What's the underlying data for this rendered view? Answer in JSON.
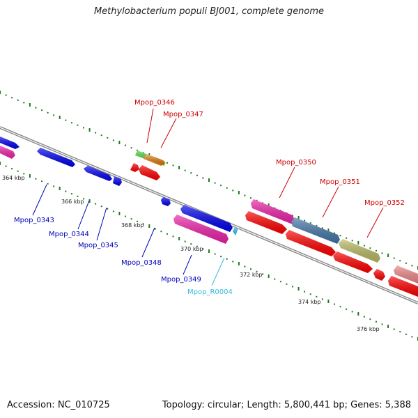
{
  "title": "Methylobacterium populi BJ001, complete genome",
  "footer": {
    "accession": "Accession: NC_010725",
    "summary": "Topology: circular; Length: 5,800,441 bp; Genes: 5,388"
  },
  "colors": {
    "backbone": "#8a8a8a",
    "tick_dots": "#1f7a1f",
    "label_red": "#cc0000",
    "label_blue": "#0000bb",
    "label_cyan": "#33bbdd"
  },
  "kbp_labels": [
    "364 kbp",
    "366 kbp",
    "368 kbp",
    "370 kbp",
    "372 kbp",
    "374 kbp",
    "376 kbp"
  ],
  "genes": [
    {
      "name": "Mpop_0343",
      "color": "#0000bb",
      "strand": "minus"
    },
    {
      "name": "Mpop_0344",
      "color": "#0000bb",
      "strand": "minus"
    },
    {
      "name": "Mpop_0345",
      "color": "#0000bb",
      "strand": "minus"
    },
    {
      "name": "Mpop_0346",
      "color": "#cc0000",
      "strand": "plus"
    },
    {
      "name": "Mpop_0347",
      "color": "#cc0000",
      "strand": "plus"
    },
    {
      "name": "Mpop_0348",
      "color": "#0000bb",
      "strand": "minus"
    },
    {
      "name": "Mpop_0349",
      "color": "#0000bb",
      "strand": "minus"
    },
    {
      "name": "Mpop_R0004",
      "color": "#33bbdd",
      "strand": "minus"
    },
    {
      "name": "Mpop_0350",
      "color": "#cc0000",
      "strand": "plus"
    },
    {
      "name": "Mpop_0351",
      "color": "#cc0000",
      "strand": "plus"
    },
    {
      "name": "Mpop_0352",
      "color": "#cc0000",
      "strand": "plus"
    }
  ]
}
